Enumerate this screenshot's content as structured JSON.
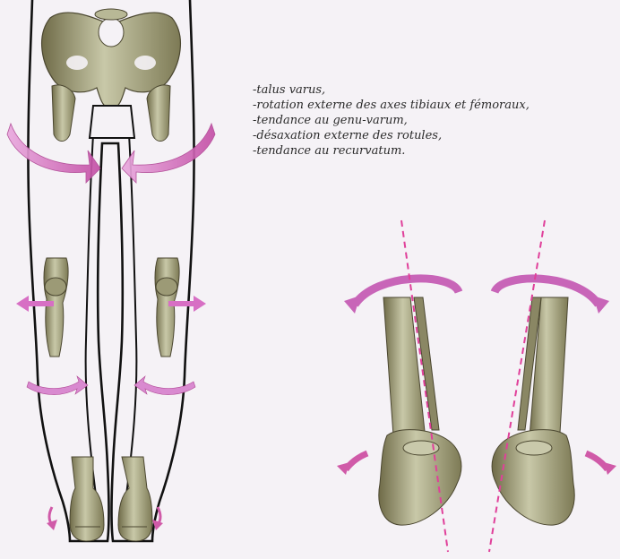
{
  "notes": [
    "-talus varus,",
    "-rotation externe des axes tibiaux et fémoraux,",
    "-tendance au genu-varum,",
    "-désaxation externe des rotules,",
    "-tendance au recurvatum."
  ],
  "colors": {
    "arrow": "#d76fc4",
    "arrow_dark": "#c2479f",
    "axis_line": "#e0409a",
    "bone": "#a9a98a",
    "bone_shadow": "#5e5a3c",
    "outline": "#111111",
    "background": "#f5f2f6"
  },
  "icons": {
    "arrow": "curved-rotation-arrow",
    "axis": "dashed-axis-line"
  }
}
